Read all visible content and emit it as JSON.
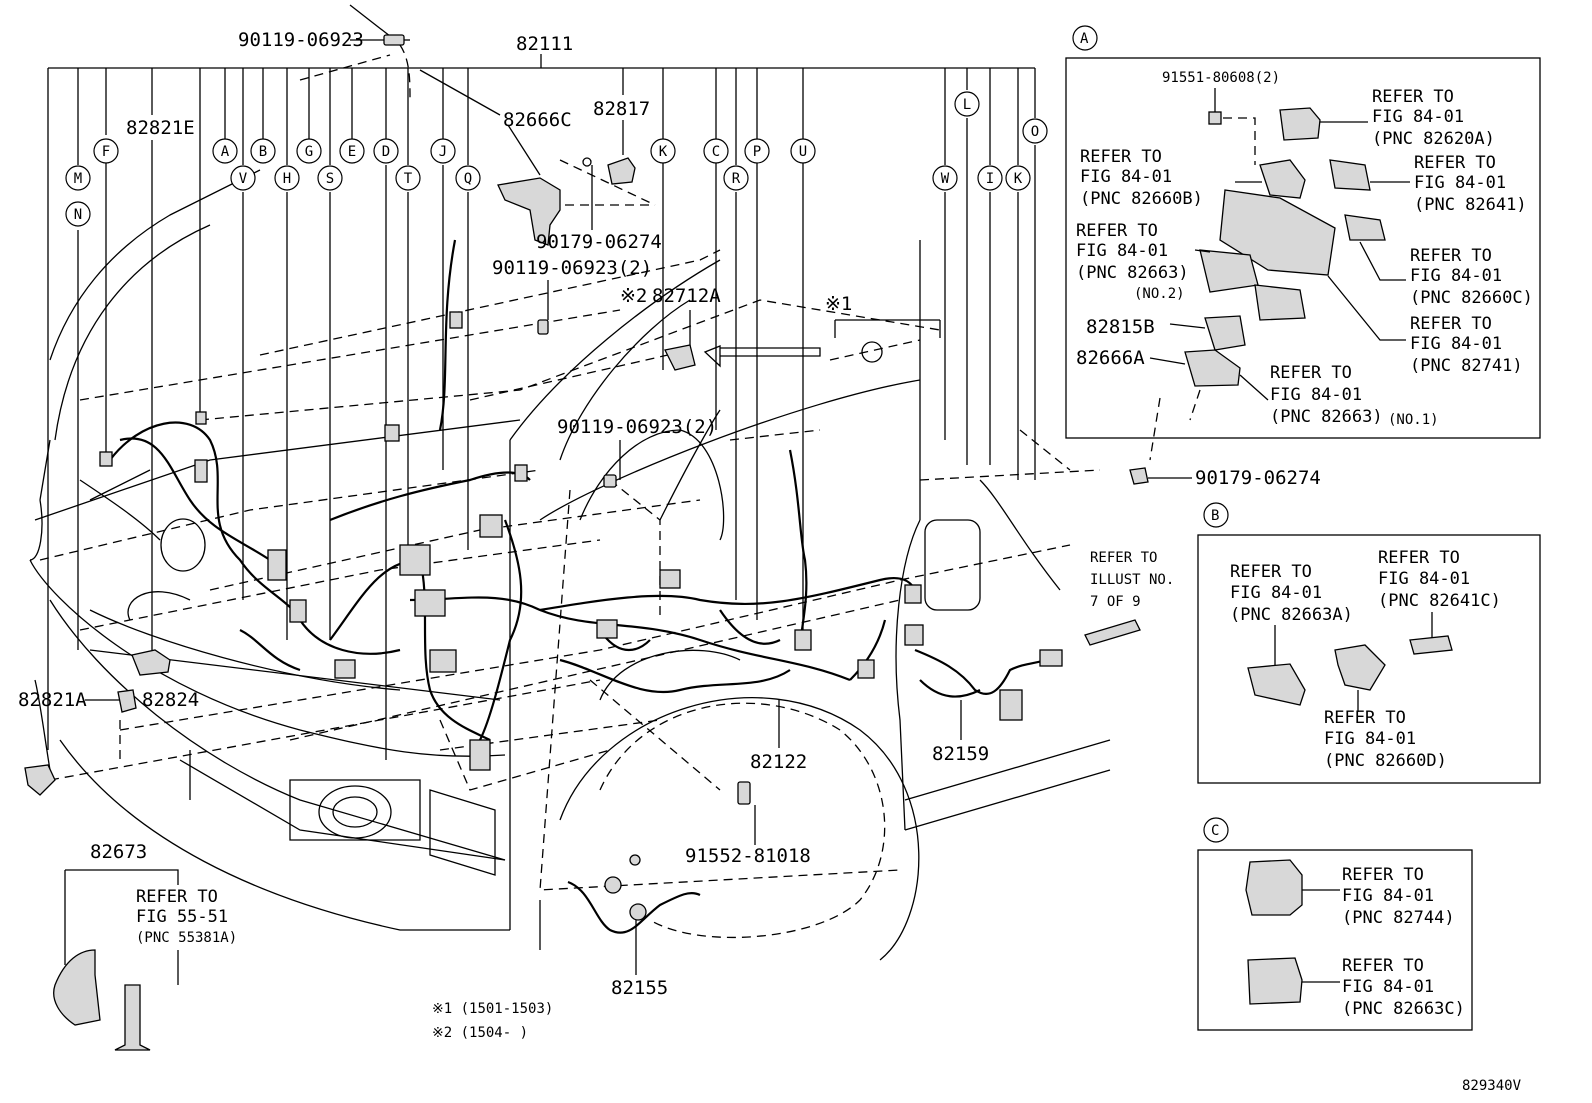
{
  "part_numbers": {
    "p90119_06923_top": "90119-06923",
    "p82111": "82111",
    "p82821E": "82821E",
    "p82666C": "82666C",
    "p82817": "82817",
    "p90179_06274_a": "90179-06274",
    "p90119_06923_2a": "90119-06923(2)",
    "p82712A": "82712A",
    "p90119_06923_2b": "90119-06923(2)",
    "p82821A": "82821A",
    "p82824": "82824",
    "p82122": "82122",
    "p82159": "82159",
    "p91552_81018": "91552-81018",
    "p82673": "82673",
    "p82155": "82155",
    "p90179_06274_b": "90179-06274",
    "mark2": "※2",
    "mark1": "※1"
  },
  "refer_main": {
    "fig5551": [
      "REFER TO",
      "FIG 55-51",
      "(PNC 55381A)"
    ],
    "illust": [
      "REFER TO",
      "ILLUST NO.",
      "7 OF 9"
    ]
  },
  "connector_letters": [
    "M",
    "N",
    "F",
    "A",
    "V",
    "B",
    "H",
    "G",
    "S",
    "E",
    "D",
    "T",
    "J",
    "Q",
    "K",
    "C",
    "R",
    "P",
    "U",
    "W",
    "L",
    "I",
    "K",
    "O"
  ],
  "box_a": {
    "label": "A",
    "p91551": "91551-80608(2)",
    "p82815B": "82815B",
    "p82666A": "82666A",
    "r1": [
      "REFER TO",
      "FIG 84-01",
      "(PNC 82620A)"
    ],
    "r2": [
      "REFER TO",
      "FIG 84-01",
      "(PNC 82660B)"
    ],
    "r3": [
      "REFER TO",
      "FIG 84-01",
      "(PNC 82641)"
    ],
    "r4": [
      "REFER TO",
      "FIG 84-01",
      "(PNC 82663)",
      "(NO.2)"
    ],
    "r5": [
      "REFER TO",
      "FIG 84-01",
      "(PNC 82660C)"
    ],
    "r6": [
      "REFER TO",
      "FIG 84-01",
      "(PNC 82741)"
    ],
    "r7": [
      "REFER TO",
      "FIG 84-01",
      "(PNC 82663)",
      "(NO.1)"
    ]
  },
  "box_b": {
    "label": "B",
    "r1": [
      "REFER TO",
      "FIG 84-01",
      "(PNC 82663A)"
    ],
    "r2": [
      "REFER TO",
      "FIG 84-01",
      "(PNC 82641C)"
    ],
    "r3": [
      "REFER TO",
      "FIG 84-01",
      "(PNC 82660D)"
    ]
  },
  "box_c": {
    "label": "C",
    "r1": [
      "REFER TO",
      "FIG 84-01",
      "(PNC 82744)"
    ],
    "r2": [
      "REFER TO",
      "FIG 84-01",
      "(PNC 82663C)"
    ]
  },
  "notes": {
    "n1": "※1 (1501-1503)",
    "n2": "※2 (1504-      )"
  },
  "illustration_id": "829340V"
}
